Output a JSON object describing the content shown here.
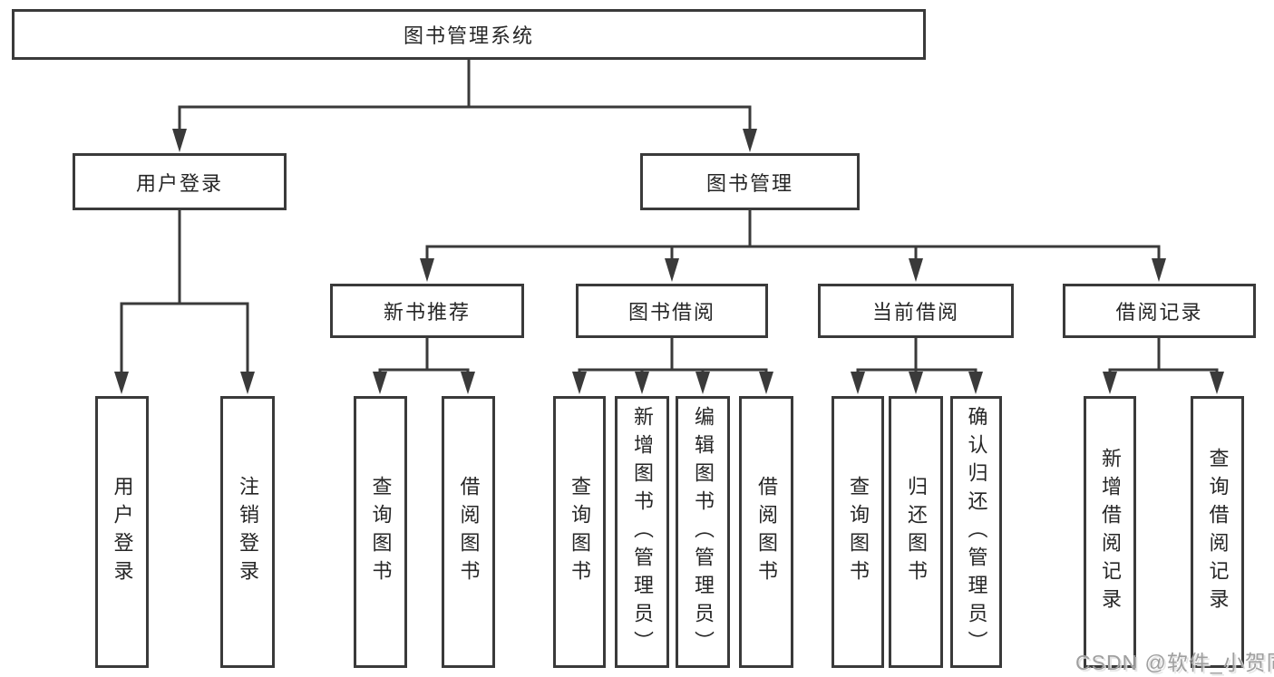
{
  "diagram_title": "图书管理系统",
  "colors": {
    "line": "#3a3a3a",
    "box_border": "#3a3a3a",
    "text": "#262626",
    "watermark": "#9f9f9f",
    "background": "#ffffff"
  },
  "nodes": {
    "system": {
      "label": "图书管理系统"
    },
    "user_login": {
      "label": "用户登录"
    },
    "book_management": {
      "label": "图书管理"
    },
    "new_book_recommend": {
      "label": "新书推荐"
    },
    "book_borrow": {
      "label": "图书借阅"
    },
    "current_borrow": {
      "label": "当前借阅"
    },
    "borrow_records": {
      "label": "借阅记录"
    },
    "leaf_user_login": {
      "label": "用户登录"
    },
    "leaf_logout": {
      "label": "注销登录"
    },
    "leaf_query_book_recommend": {
      "label": "查询图书"
    },
    "leaf_borrow_book_recommend": {
      "label": "借阅图书"
    },
    "leaf_query_book_borrow": {
      "label": "查询图书"
    },
    "leaf_add_book_admin": {
      "label": "新增图书（管理员）"
    },
    "leaf_edit_book_admin": {
      "label": "编辑图书（管理员）"
    },
    "leaf_borrow_book_borrow": {
      "label": "借阅图书"
    },
    "leaf_query_book_current": {
      "label": "查询图书"
    },
    "leaf_return_book": {
      "label": "归还图书"
    },
    "leaf_confirm_return_admin": {
      "label": "确认归还（管理员）"
    },
    "leaf_add_borrow_record": {
      "label": "新增借阅记录"
    },
    "leaf_query_borrow_record": {
      "label": "查询借阅记录"
    }
  },
  "structure": {
    "system": [
      "user_login",
      "book_management"
    ],
    "user_login": [
      "leaf_user_login",
      "leaf_logout"
    ],
    "book_management": [
      "new_book_recommend",
      "book_borrow",
      "current_borrow",
      "borrow_records"
    ],
    "new_book_recommend": [
      "leaf_query_book_recommend",
      "leaf_borrow_book_recommend"
    ],
    "book_borrow": [
      "leaf_query_book_borrow",
      "leaf_add_book_admin",
      "leaf_edit_book_admin",
      "leaf_borrow_book_borrow"
    ],
    "current_borrow": [
      "leaf_query_book_current",
      "leaf_return_book",
      "leaf_confirm_return_admin"
    ],
    "borrow_records": [
      "leaf_add_borrow_record",
      "leaf_query_borrow_record"
    ]
  },
  "watermark": {
    "text": "CSDN @软件_小贺同学"
  }
}
